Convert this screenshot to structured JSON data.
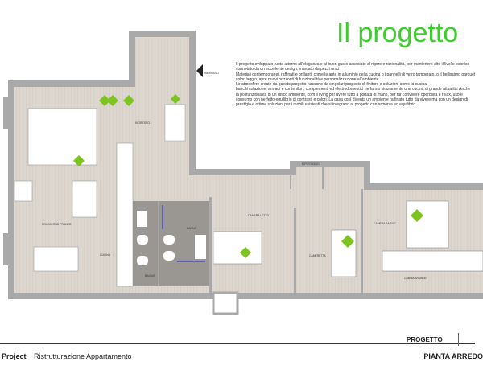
{
  "header": {
    "title": "Il progetto",
    "description": "Il progetto sviluppato ruota attorno all'eleganza e al buon gusto associato al rigore e razionalità, per mantenere alto il livello estetico\nconnotato da un eccellente design, marcato da pezzi unici\nMateriali contemporanei, raffinati e brillanti, come le ante in alluminio della cucina o i pannelli di vetro temperato, o il bellissimo parquet\ncolor faggio, apre nuovi orizzonti di funzionalità e personalizzazione all'ambiente.\nLe atmosfere create da questo progetto nascono da singolari proposte di finiture e soluzioni come la cucina\nbanchi colazione, armadi e contenitori, complementi ed elettrodomestici ne fanno sicuramente una cucina di grande attualità. Anche\nla polifunzionalità di un unico ambiente, com il living per avere tutto a portata di mano, per far convivere operosità e relax, uso e\nconsumo con perfetto equilibrio di contrasti e colori. La casa così diventa un ambiente raffinato tutto da vivere ma con un design di\nprestigio e ottime soluzioni per i mobili esistenti che si integrano al progetto con armonia ed equilibrio."
  },
  "plan": {
    "entrance_label": "INGRESSO",
    "rooms": {
      "ingresso": "INGRESSO",
      "soggiorno": "SOGGIORNO PRANZO",
      "cucina": "CUCINA",
      "bagno1": "BAGNO",
      "bagno2": "BAGNO",
      "ripostiglio": "RIPOSTIGLIO",
      "camera_letto": "CAMERA LETTO",
      "cameretta": "CAMERETTA",
      "camera_padronale": "CAMERA BAGNO",
      "cabina": "CABINA ARMADIO"
    },
    "colors": {
      "wall": "#a9a9a9",
      "floor": "#dcd6cf",
      "bath": "#9a9792",
      "plant": "#7dc41f",
      "door_accent": "#3a3acf"
    }
  },
  "title_block": {
    "progetto": "PROGETTO",
    "project_label": "Project",
    "project_name": "Ristrutturazione Appartamento",
    "sheet": "PIANTA ARREDO"
  }
}
